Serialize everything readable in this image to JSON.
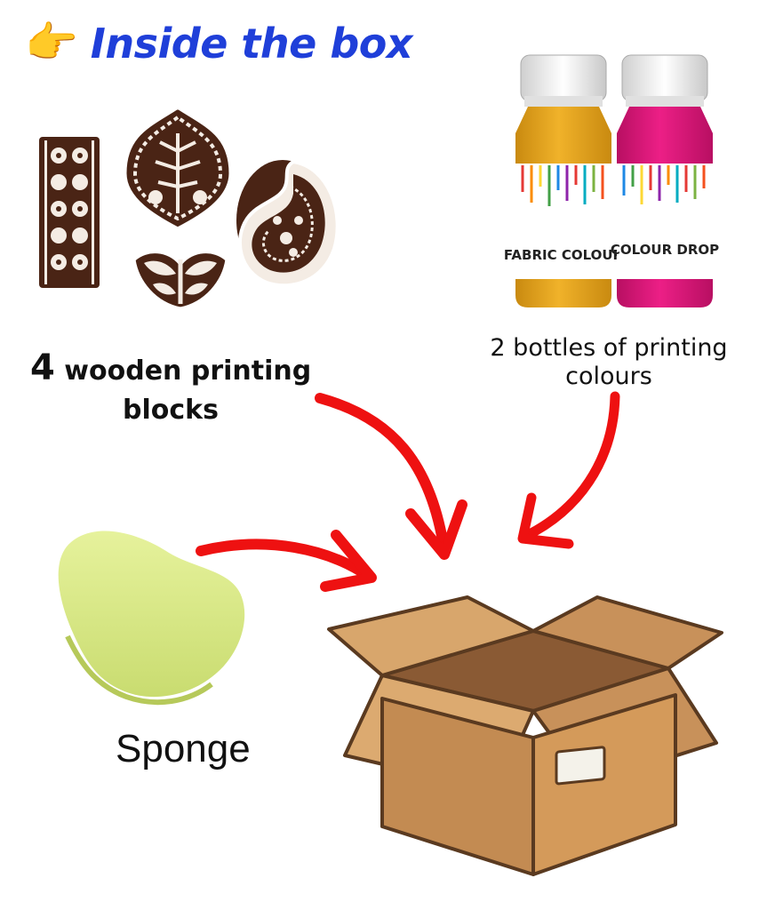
{
  "header": {
    "icon": "pointing-hand-icon",
    "pointer_glyph": "👉",
    "title": "Inside the box"
  },
  "items": {
    "blocks": {
      "count": "4",
      "label_line1": "wooden printing",
      "label_line2": "blocks"
    },
    "bottles": {
      "label": "2 bottles of printing colours",
      "label_line1": "2 bottles of printing",
      "label_line2": "colours",
      "bottle1_label": "FABRIC COLOUR",
      "bottle2_label": "COLOUR DROP"
    },
    "sponge": {
      "label": "Sponge"
    }
  },
  "colors": {
    "title": "#1f3fd9",
    "arrow": "#ee1111",
    "box": "#d49a5a",
    "sponge": "#d9ea8c",
    "bottle_yellow": "#e8a21a",
    "bottle_pink": "#e0157a"
  }
}
